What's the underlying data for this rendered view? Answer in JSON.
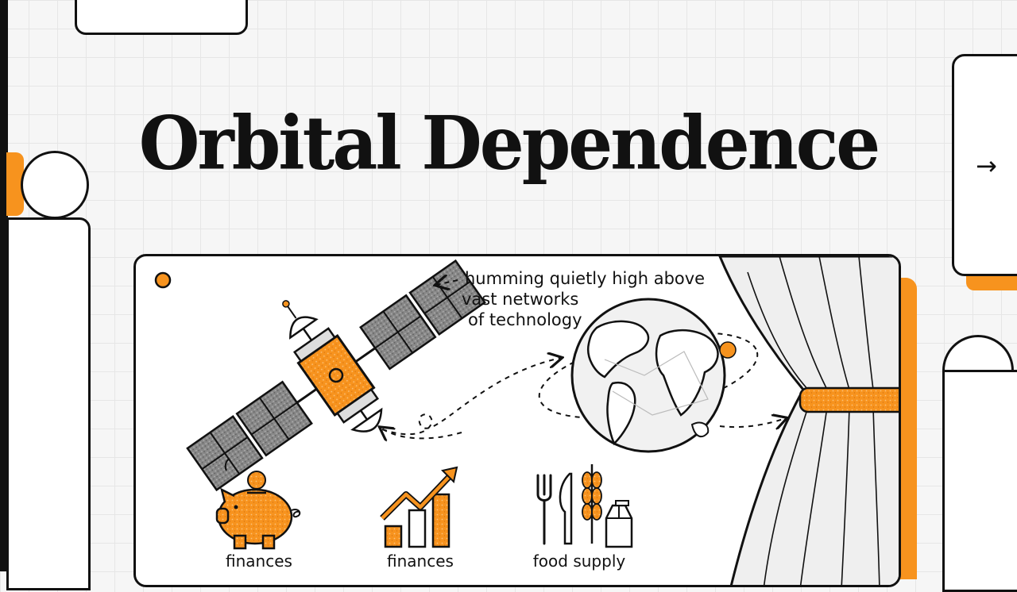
{
  "slide": {
    "title": "Orbital Dependence",
    "next_arrow": "→"
  },
  "illustration": {
    "caption_lines": [
      "humming quietly high above",
      "vast networks",
      "of technology"
    ],
    "icons": [
      {
        "label": "finances",
        "icon": "piggy-bank-icon"
      },
      {
        "label": "finances",
        "icon": "growth-chart-icon"
      },
      {
        "label": "food supply",
        "icon": "food-supply-icon"
      }
    ]
  },
  "colors": {
    "accent": "#f7931e",
    "ink": "#111111",
    "background": "#f6f6f6"
  }
}
